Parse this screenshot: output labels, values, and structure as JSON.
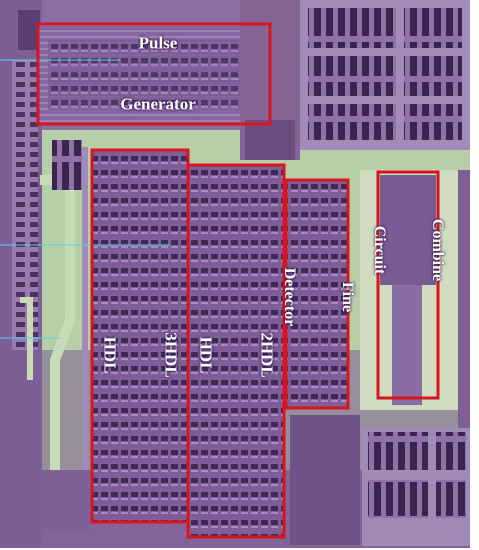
{
  "image": {
    "subject": "die micrograph",
    "colors": {
      "substrate": "#a9c79b",
      "metal_purple": "#8a6aa3",
      "metal_dark": "#5c3f72",
      "highlight_box": "#d9141c",
      "label_text": "#ffffff"
    }
  },
  "labels": {
    "pulse_line1": "Pulse",
    "pulse_line2": "Generator",
    "hdl3_line1": "3HDL",
    "hdl3_line2": "HDL",
    "hdl2_line1": "2HDL",
    "hdl2_line2": "HDL",
    "fine_line1": "Fine",
    "fine_line2": "Detector",
    "combine_line1": "Combine",
    "combine_line2": "Circuit"
  }
}
